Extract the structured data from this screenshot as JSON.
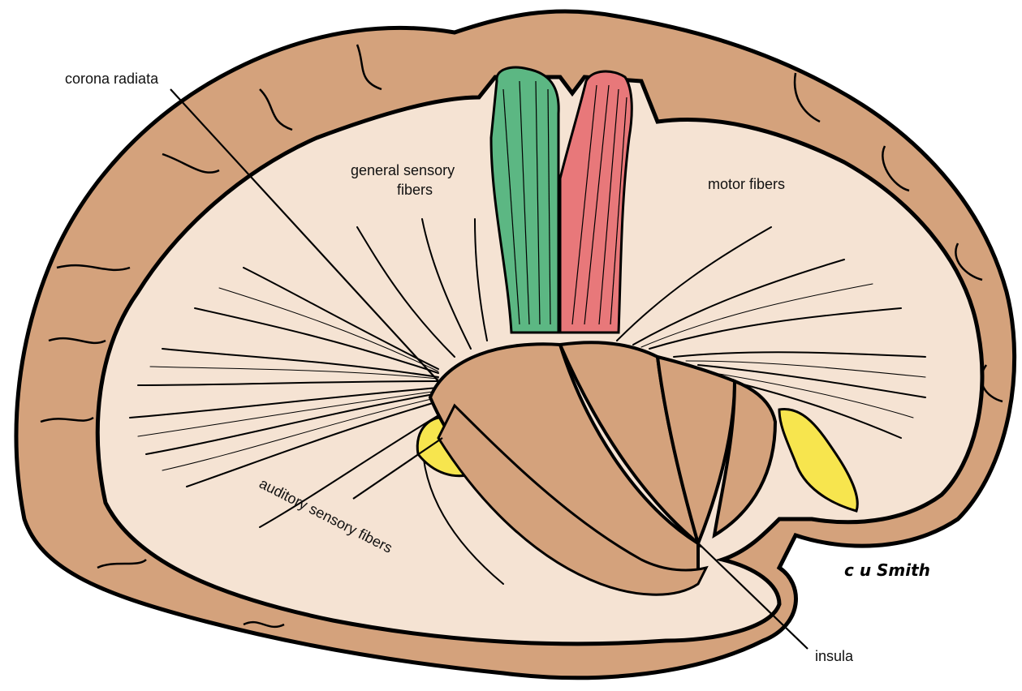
{
  "labels": {
    "corona_radiata": "corona radiata",
    "general_sensory_1": "general sensory",
    "general_sensory_2": "fibers",
    "motor_fibers": "motor fibers",
    "auditory": "auditory sensory fibers",
    "insula": "insula"
  },
  "signature": "c u Smith",
  "colors": {
    "cortex": "#d4a27c",
    "white_matter": "#f5e3d3",
    "general_sensory_tract": "#5cb783",
    "motor_tract": "#e8787a",
    "auditory_highlight": "#f7e54e",
    "outline": "#000000"
  }
}
